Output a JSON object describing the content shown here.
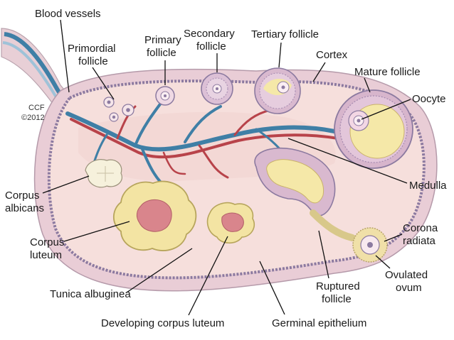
{
  "copyright": [
    "CCF",
    "©2012"
  ],
  "labels": {
    "blood_vessels": "Blood vessels",
    "primordial_follicle": [
      "Primordial",
      "follicle"
    ],
    "primary_follicle": [
      "Primary",
      "follicle"
    ],
    "secondary_follicle": [
      "Secondary",
      "follicle"
    ],
    "tertiary_follicle": "Tertiary follicle",
    "cortex": "Cortex",
    "mature_follicle": "Mature follicle",
    "oocyte": "Oocyte",
    "medulla": "Medulla",
    "corpus_albicans": [
      "Corpus",
      "albicans"
    ],
    "corpus_luteum": [
      "Corpus",
      "luteum"
    ],
    "corona_radiata": [
      "Corona",
      "radiata"
    ],
    "ruptured_follicle": [
      "Ruptured",
      "follicle"
    ],
    "ovulated_ovum": [
      "Ovulated",
      "ovum"
    ],
    "tunica_albuginea": "Tunica albuginea",
    "developing_corpus_luteum": "Developing corpus luteum",
    "germinal_epithelium": "Germinal epithelium"
  },
  "colors": {
    "ovary_fill": "#f6dfdc",
    "outer_layer": "#e6c8d2",
    "germinal_band": "#c9b7cf",
    "vein": "#3f7fa6",
    "artery": "#b8434a",
    "luteum_yellow": "#f3e4a3",
    "luteum_core": "#d9858c",
    "follicle_ring": "#b58aa8",
    "antrum": "#f5e8a8"
  }
}
